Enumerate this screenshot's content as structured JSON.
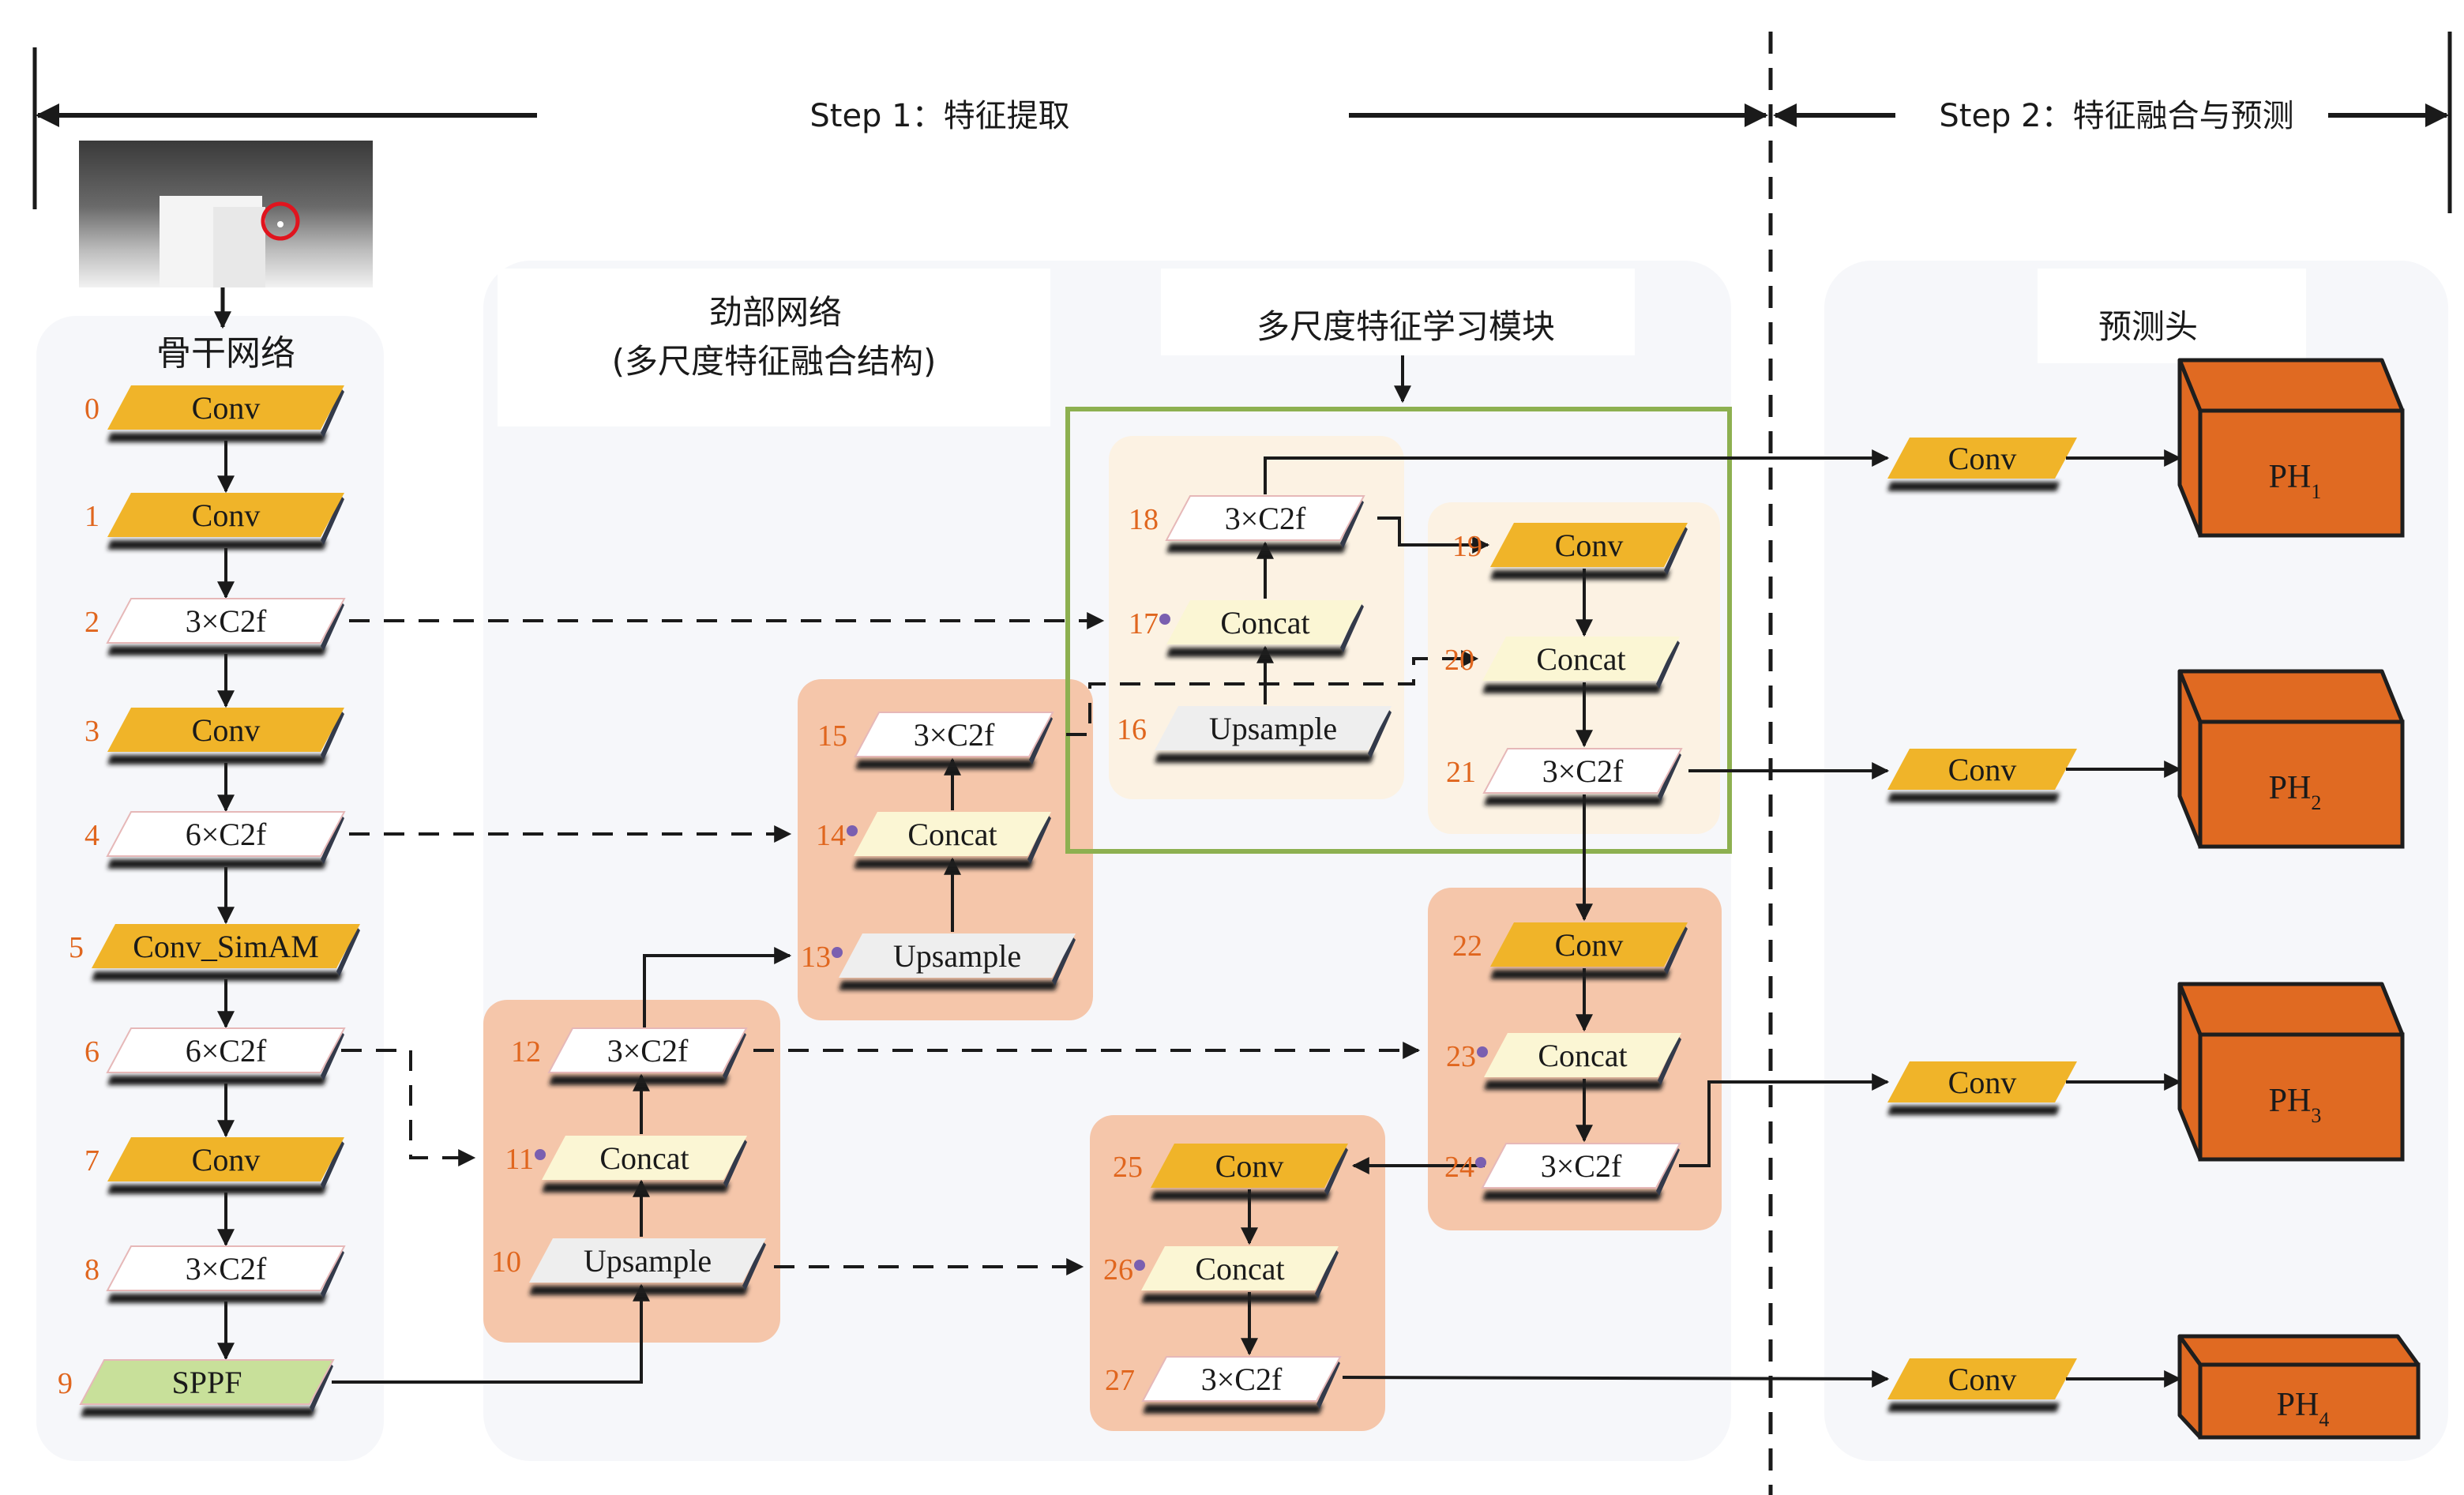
{
  "header": {
    "step1_label": "Step 1：特征提取",
    "step2_label": "Step 2：特征融合与预测"
  },
  "input_image": {
    "description": "infrared image with target circled",
    "highlight_color": "#e0141e"
  },
  "sections": {
    "backbone_title": "骨干网络",
    "neck_title_line1": "劲部网络",
    "neck_title_line2": "(多尺度特征融合结构)",
    "msf_title": "多尺度特征学习模块",
    "head_title": "预测头"
  },
  "colors": {
    "conv": "#f0b429",
    "c2f": "#ffffff",
    "concat": "#fbf6d4",
    "upsample": "#eeeeee",
    "sppf": "#c8e09a",
    "index_text": "#e0661e",
    "orange_group": "#f5c6aa",
    "light_group": "#fcf2e3",
    "msf_border": "#8db050",
    "ph_cube": "#e06a22",
    "panel_bg": "#f6f7fa",
    "concat_dot": "#7a5fb0"
  },
  "nodes": [
    {
      "id": 0,
      "label": "Conv",
      "type": "conv"
    },
    {
      "id": 1,
      "label": "Conv",
      "type": "conv"
    },
    {
      "id": 2,
      "label": "3×C2f",
      "type": "c2f"
    },
    {
      "id": 3,
      "label": "Conv",
      "type": "conv"
    },
    {
      "id": 4,
      "label": "6×C2f",
      "type": "c2f"
    },
    {
      "id": 5,
      "label": "Conv_SimAM",
      "type": "conv"
    },
    {
      "id": 6,
      "label": "6×C2f",
      "type": "c2f"
    },
    {
      "id": 7,
      "label": "Conv",
      "type": "conv"
    },
    {
      "id": 8,
      "label": "3×C2f",
      "type": "c2f"
    },
    {
      "id": 9,
      "label": "SPPF",
      "type": "sppf"
    },
    {
      "id": 10,
      "label": "Upsample",
      "type": "upsample"
    },
    {
      "id": 11,
      "label": "Concat",
      "type": "concat"
    },
    {
      "id": 12,
      "label": "3×C2f",
      "type": "c2f"
    },
    {
      "id": 13,
      "label": "Upsample",
      "type": "upsample"
    },
    {
      "id": 14,
      "label": "Concat",
      "type": "concat"
    },
    {
      "id": 15,
      "label": "3×C2f",
      "type": "c2f"
    },
    {
      "id": 16,
      "label": "Upsample",
      "type": "upsample"
    },
    {
      "id": 17,
      "label": "Concat",
      "type": "concat"
    },
    {
      "id": 18,
      "label": "3×C2f",
      "type": "c2f"
    },
    {
      "id": 19,
      "label": "Conv",
      "type": "conv"
    },
    {
      "id": 20,
      "label": "Concat",
      "type": "concat"
    },
    {
      "id": 21,
      "label": "3×C2f",
      "type": "c2f"
    },
    {
      "id": 22,
      "label": "Conv",
      "type": "conv"
    },
    {
      "id": 23,
      "label": "Concat",
      "type": "concat"
    },
    {
      "id": 24,
      "label": "3×C2f",
      "type": "c2f"
    },
    {
      "id": 25,
      "label": "Conv",
      "type": "conv"
    },
    {
      "id": 26,
      "label": "Concat",
      "type": "concat"
    },
    {
      "id": 27,
      "label": "3×C2f",
      "type": "c2f"
    }
  ],
  "head": [
    {
      "conv_label": "Conv",
      "ph_label": "PH",
      "ph_sub": "1",
      "source": 18
    },
    {
      "conv_label": "Conv",
      "ph_label": "PH",
      "ph_sub": "2",
      "source": 21
    },
    {
      "conv_label": "Conv",
      "ph_label": "PH",
      "ph_sub": "3",
      "source": 24
    },
    {
      "conv_label": "Conv",
      "ph_label": "PH",
      "ph_sub": "4",
      "source": 27
    }
  ],
  "edges": [
    {
      "from": 0,
      "to": 1,
      "style": "solid"
    },
    {
      "from": 1,
      "to": 2,
      "style": "solid"
    },
    {
      "from": 2,
      "to": 3,
      "style": "solid"
    },
    {
      "from": 3,
      "to": 4,
      "style": "solid"
    },
    {
      "from": 4,
      "to": 5,
      "style": "solid"
    },
    {
      "from": 5,
      "to": 6,
      "style": "solid"
    },
    {
      "from": 6,
      "to": 7,
      "style": "solid"
    },
    {
      "from": 7,
      "to": 8,
      "style": "solid"
    },
    {
      "from": 8,
      "to": 9,
      "style": "solid"
    },
    {
      "from": 9,
      "to": 10,
      "style": "solid"
    },
    {
      "from": 10,
      "to": 11,
      "style": "solid"
    },
    {
      "from": 11,
      "to": 12,
      "style": "solid"
    },
    {
      "from": 12,
      "to": 13,
      "style": "solid"
    },
    {
      "from": 13,
      "to": 14,
      "style": "solid"
    },
    {
      "from": 14,
      "to": 15,
      "style": "solid"
    },
    {
      "from": 16,
      "to": 17,
      "style": "solid"
    },
    {
      "from": 17,
      "to": 18,
      "style": "solid"
    },
    {
      "from": 18,
      "to": 19,
      "style": "solid"
    },
    {
      "from": 19,
      "to": 20,
      "style": "solid"
    },
    {
      "from": 20,
      "to": 21,
      "style": "solid"
    },
    {
      "from": 21,
      "to": 22,
      "style": "solid"
    },
    {
      "from": 22,
      "to": 23,
      "style": "solid"
    },
    {
      "from": 23,
      "to": 24,
      "style": "solid"
    },
    {
      "from": 24,
      "to": 25,
      "style": "solid"
    },
    {
      "from": 25,
      "to": 26,
      "style": "solid"
    },
    {
      "from": 26,
      "to": 27,
      "style": "solid"
    },
    {
      "from": 2,
      "to": 17,
      "style": "dashed"
    },
    {
      "from": 4,
      "to": 14,
      "style": "dashed"
    },
    {
      "from": 6,
      "to": 11,
      "style": "dashed"
    },
    {
      "from": 12,
      "to": 23,
      "style": "dashed"
    },
    {
      "from": 10,
      "to": 26,
      "style": "dashed"
    },
    {
      "from": 15,
      "to": 20,
      "style": "dashed"
    }
  ]
}
